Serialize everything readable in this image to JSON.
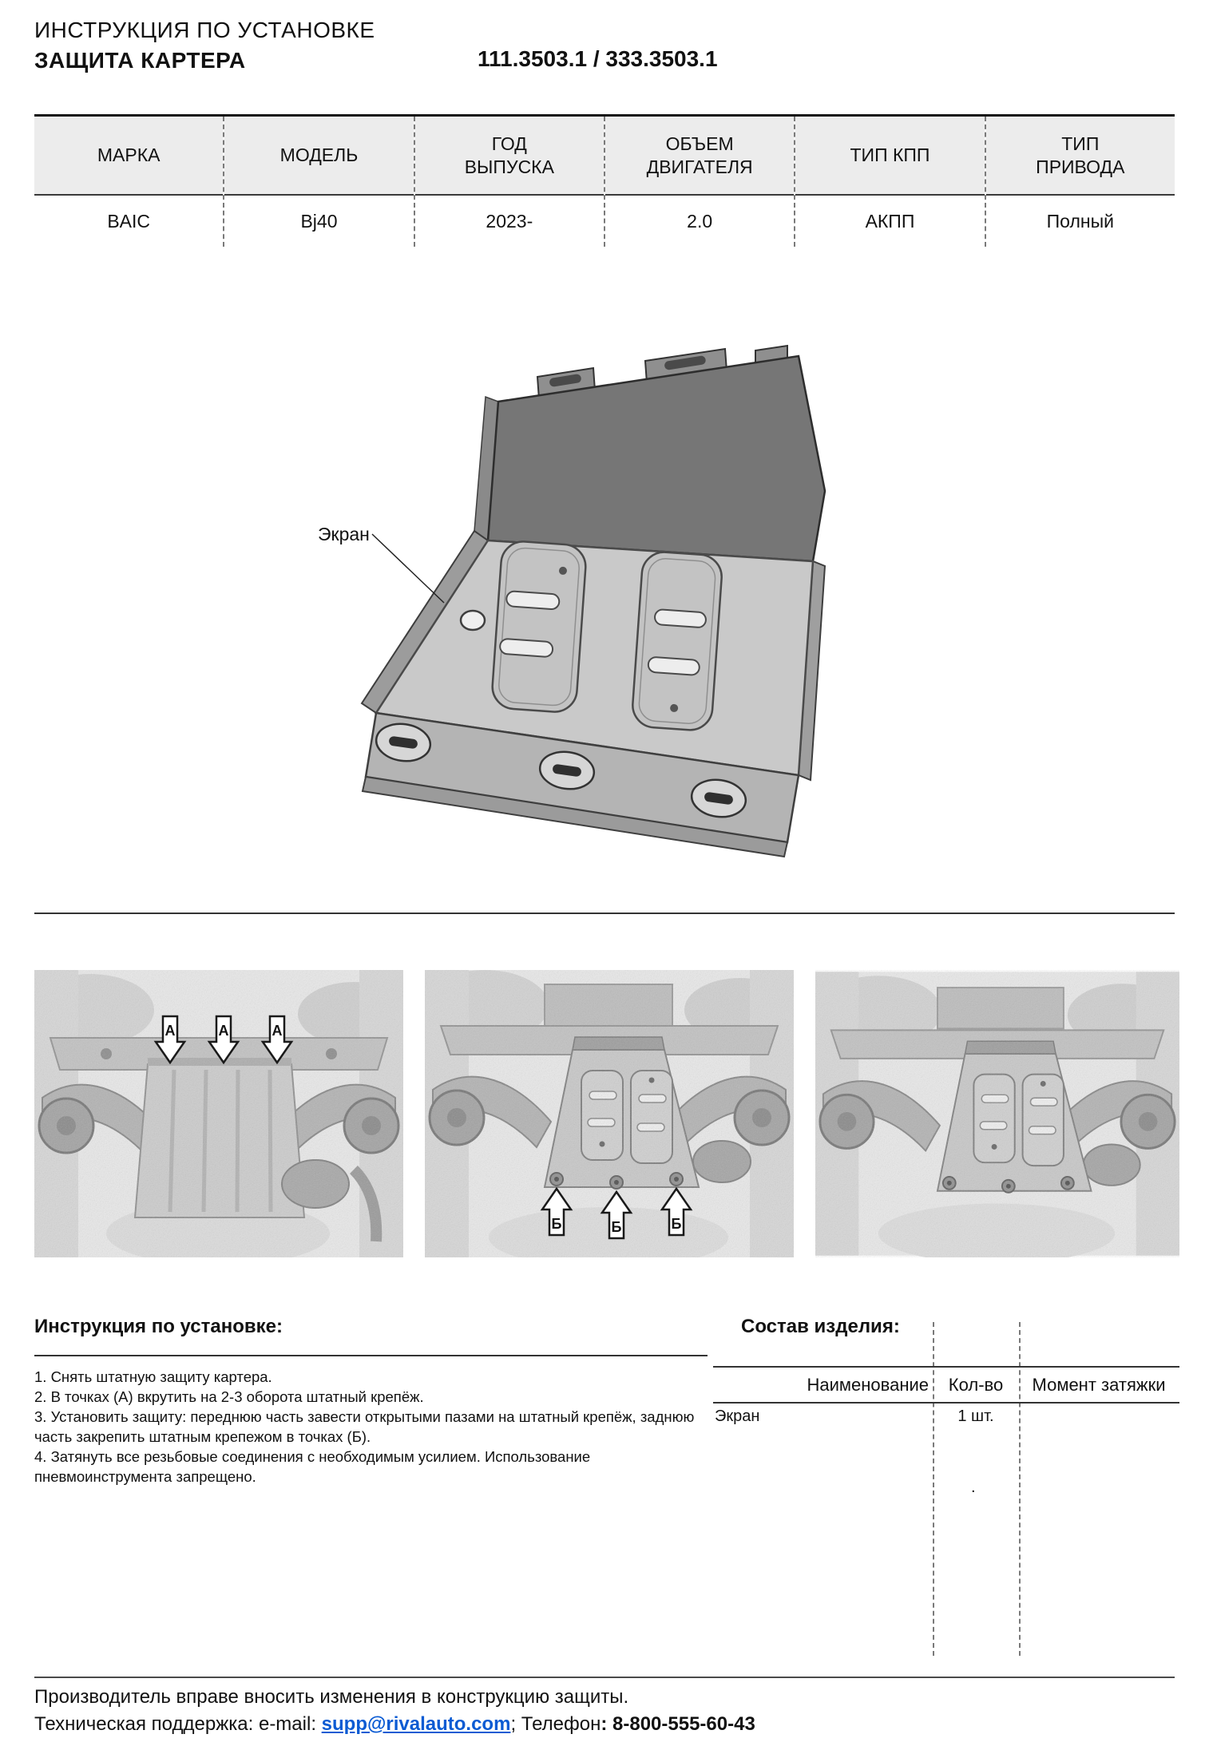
{
  "header": {
    "title_line1": "ИНСТРУКЦИЯ ПО УСТАНОВКЕ",
    "title_line2": "ЗАЩИТА КАРТЕРА",
    "part_numbers": "111.3503.1 / 333.3503.1"
  },
  "spec_table": {
    "columns": [
      {
        "header": "МАРКА",
        "value": "BAIC"
      },
      {
        "header": "МОДЕЛЬ",
        "value": "Bj40"
      },
      {
        "header": "ГОД\nВЫПУСКА",
        "value": "2023-"
      },
      {
        "header": "ОБЪЕМ\nДВИГАТЕЛЯ",
        "value": "2.0"
      },
      {
        "header": "ТИП КПП",
        "value": "АКПП"
      },
      {
        "header": "ТИП\nПРИВОДА",
        "value": "Полный"
      }
    ]
  },
  "drawing": {
    "label": "Экран"
  },
  "photos": {
    "front_marker": "А",
    "rear_marker": "Б"
  },
  "instructions": {
    "heading": "Инструкция по установке:",
    "steps": [
      "1. Снять штатную защиту картера.",
      "2. В точках (А) вкрутить на 2-3 оборота штатный крепёж.",
      "3. Установить защиту: переднюю часть завести открытыми пазами на штатный крепёж, заднюю часть закрепить штатным крепежом в точках (Б).",
      "4. Затянуть все резьбовые соединения с необходимым усилием. Использование пневмоинструмента запрещено."
    ]
  },
  "parts": {
    "heading": "Состав изделия:",
    "columns": [
      "Наименование",
      "Кол-во",
      "Момент затяжки"
    ],
    "rows": [
      {
        "name": "Экран",
        "qty": "1 шт.",
        "torque": ""
      }
    ],
    "stray_mark": "."
  },
  "footer": {
    "note": "Производитель вправе вносить изменения в конструкцию защиты.",
    "support_prefix": "Техническая поддержка:  e-mail: ",
    "email": "supp@rivalauto.com",
    "separator": "; Телефон",
    "phone": ": 8-800-555-60-43"
  },
  "colors": {
    "link": "#0b5bd3",
    "table_header_bg": "#ececec"
  }
}
